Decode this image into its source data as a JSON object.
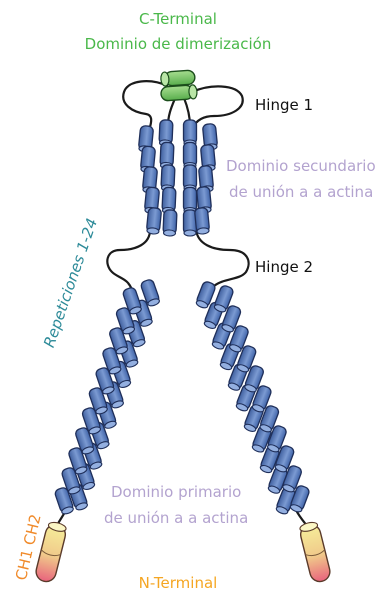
{
  "labels": {
    "c_terminal": "C-Terminal",
    "dimerization": "Dominio de dimerización",
    "hinge1": "Hinge 1",
    "secondary_line1": "Dominio secundario",
    "secondary_line2": "de unión a a actina",
    "hinge2": "Hinge 2",
    "repeats": "Repeticiones 1-24",
    "primary_line1": "Dominio primario",
    "primary_line2": "de unión a a actina",
    "ch_domains": "CH1 CH2",
    "n_terminal": "N-Terminal"
  },
  "colors": {
    "green_label": "#4ab84a",
    "lavender_label": "#b3a3cf",
    "teal_label": "#2e8b99",
    "orange_label": "#f08a2a",
    "n_terminal_label": "#f5a623",
    "repeat_fill": "#5b7fbf",
    "repeat_stroke": "#1f2f5a",
    "dimer_fill": "#7cc96b",
    "ch_fill_top": "#f6ef9a",
    "ch_fill_bottom": "#e8637d"
  }
}
